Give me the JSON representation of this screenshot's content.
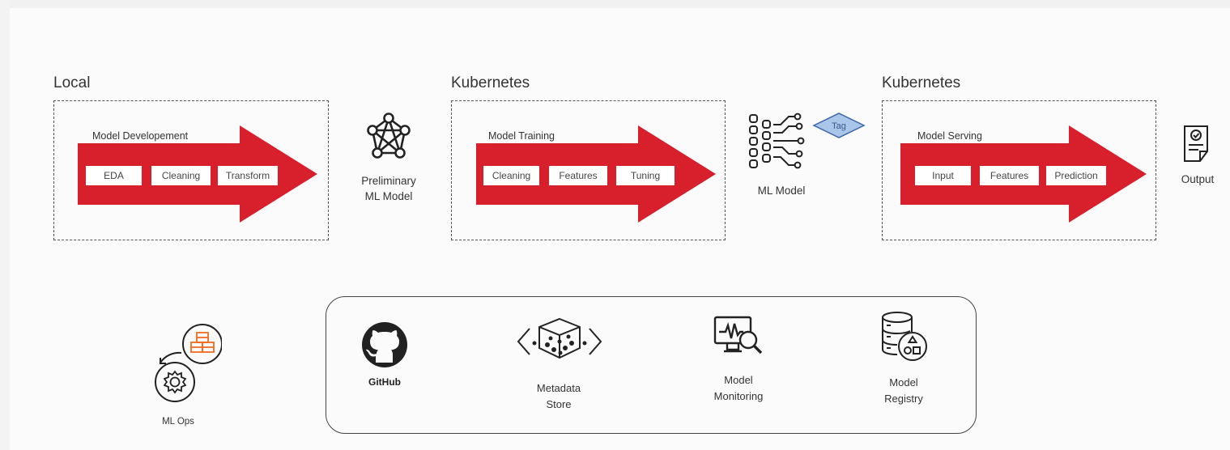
{
  "stages": [
    {
      "title": "Local",
      "process": "Model Developement",
      "steps": [
        "EDA",
        "Cleaning",
        "Transform"
      ]
    },
    {
      "title": "Kubernetes",
      "process": "Model Training",
      "steps": [
        "Cleaning",
        "Features",
        "Tuning"
      ]
    },
    {
      "title": "Kubernetes",
      "process": "Model Serving",
      "steps": [
        "Input",
        "Features",
        "Prediction"
      ]
    }
  ],
  "nodes": {
    "preliminary_model": [
      "Preliminary",
      "ML Model"
    ],
    "ml_model": "ML Model",
    "tag": "Tag",
    "output": "Output"
  },
  "mlops": {
    "label": "ML Ops"
  },
  "tools": {
    "github": "GitHub",
    "metadata_store": [
      "Metadata",
      "Store"
    ],
    "model_monitoring": [
      "Model",
      "Monitoring"
    ],
    "model_registry": [
      "Model",
      "Registry"
    ]
  },
  "colors": {
    "arrow": "#d81f2c",
    "mlops_accent": "#f26b21",
    "tag_fill": "#a9c6ea",
    "tag_stroke": "#3b67a8"
  }
}
